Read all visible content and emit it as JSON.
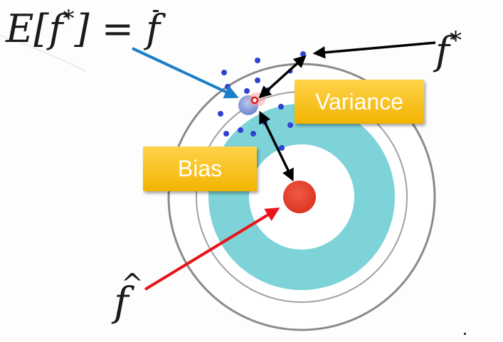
{
  "equation": {
    "lhs": "E[f",
    "star": "*",
    "close": "] = ",
    "fbar": "f"
  },
  "f_star": {
    "text": "f",
    "star": "*"
  },
  "f_hat": {
    "text": "f"
  },
  "labels": {
    "variance": "Variance",
    "bias": "Bias"
  },
  "colors": {
    "ring_teal": "#7dd3d8",
    "ring_outline": "#808080",
    "bullseye": "#e8412f",
    "scatter_dots": "#2f43d1",
    "mean_blob": "#7f95d6",
    "label_fill": "#f5be12",
    "arrow_blue": "#1a7fc9",
    "arrow_red": "#e8141a",
    "arrow_black": "#000000"
  }
}
